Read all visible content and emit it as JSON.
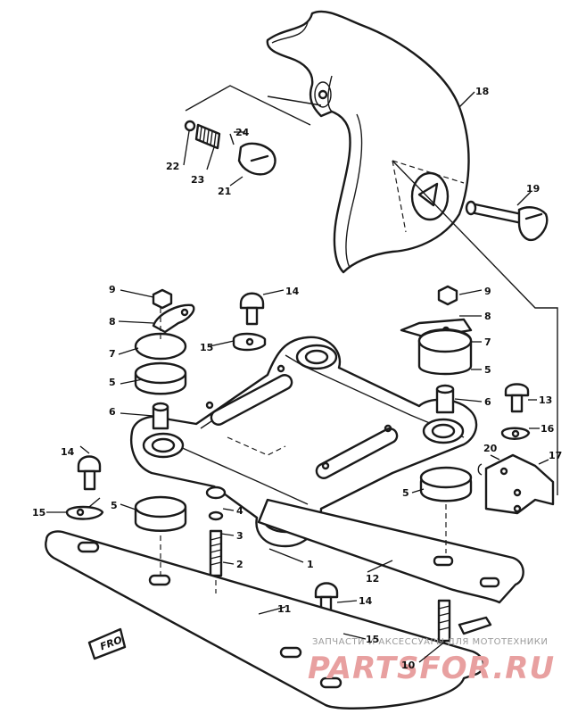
{
  "callouts": [
    {
      "id": "c1",
      "text": "1"
    },
    {
      "id": "c2",
      "text": "2"
    },
    {
      "id": "c3",
      "text": "3"
    },
    {
      "id": "c4",
      "text": "4"
    },
    {
      "id": "c5a",
      "text": "5"
    },
    {
      "id": "c5b",
      "text": "5"
    },
    {
      "id": "c5c",
      "text": "5"
    },
    {
      "id": "c5d",
      "text": "5"
    },
    {
      "id": "c6a",
      "text": "6"
    },
    {
      "id": "c6b",
      "text": "6"
    },
    {
      "id": "c7a",
      "text": "7"
    },
    {
      "id": "c7b",
      "text": "7"
    },
    {
      "id": "c8a",
      "text": "8"
    },
    {
      "id": "c8b",
      "text": "8"
    },
    {
      "id": "c9a",
      "text": "9"
    },
    {
      "id": "c9b",
      "text": "9"
    },
    {
      "id": "c10",
      "text": "10"
    },
    {
      "id": "c11",
      "text": "11"
    },
    {
      "id": "c12",
      "text": "12"
    },
    {
      "id": "c13",
      "text": "13"
    },
    {
      "id": "c14a",
      "text": "14"
    },
    {
      "id": "c14b",
      "text": "14"
    },
    {
      "id": "c14c",
      "text": "14"
    },
    {
      "id": "c15a",
      "text": "15"
    },
    {
      "id": "c15b",
      "text": "15"
    },
    {
      "id": "c15c",
      "text": "15"
    },
    {
      "id": "c16",
      "text": "16"
    },
    {
      "id": "c17",
      "text": "17"
    },
    {
      "id": "c18",
      "text": "18"
    },
    {
      "id": "c19",
      "text": "19"
    },
    {
      "id": "c20",
      "text": "20"
    },
    {
      "id": "c21",
      "text": "21"
    },
    {
      "id": "c22",
      "text": "22"
    },
    {
      "id": "c23",
      "text": "23"
    },
    {
      "id": "c24",
      "text": "24"
    }
  ],
  "front_marker": "FRO",
  "watermark": {
    "tagline": "ЗАПЧАСТИ И АКСЕССУАРЫ ДЛЯ МОТОТЕХНИКИ",
    "brand": "PARTSFOR.RU"
  }
}
